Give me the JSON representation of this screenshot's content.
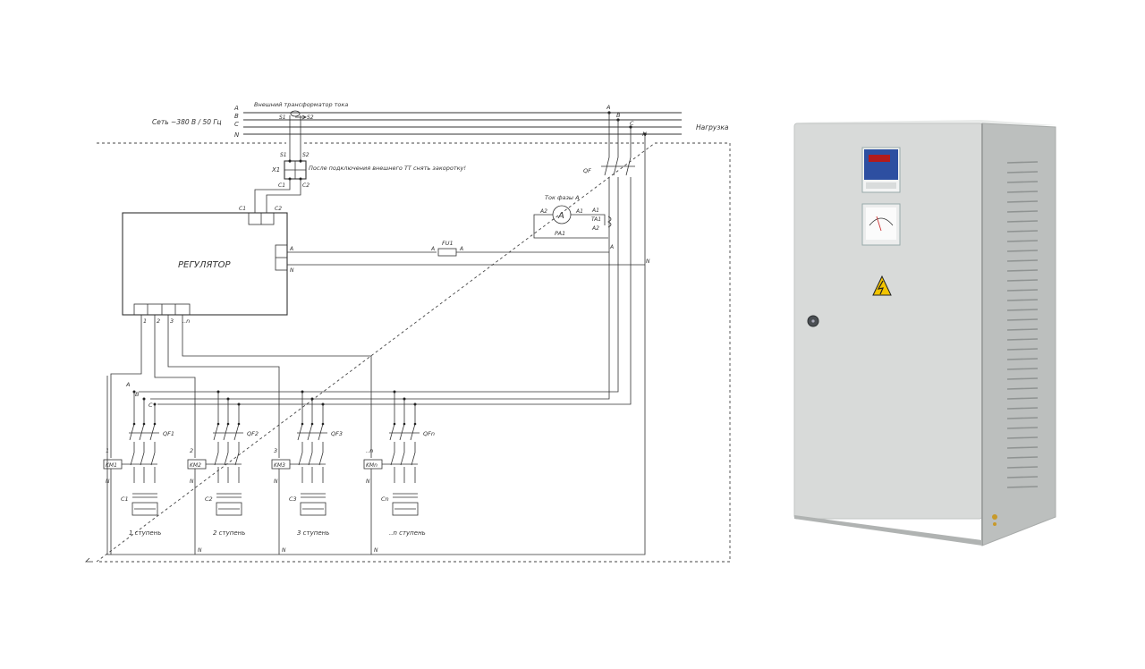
{
  "diagram": {
    "network_label": "Сеть ~380 В / 50 Гц",
    "load_label": "Нагрузка",
    "ct_label": "Внешний трансформатор тока",
    "ct_note": "После подключения внешнего ТТ снять закоротку!",
    "regulator_label": "РЕГУЛЯТОР",
    "ammeter_label": "Ток фазы А",
    "ammeter_symbol": "A",
    "fuse_label": "FU1",
    "breaker_main_label": "QF",
    "ammeter_id": "PA1",
    "terminal_block_label": "X1",
    "phases": [
      "A",
      "B",
      "C",
      "N"
    ],
    "terminals": {
      "s1": "S1",
      "s2": "S2",
      "c1": "C1",
      "c2": "C2",
      "a1": "A1",
      "a2": "A2",
      "ta1": "TA1",
      "a": "A",
      "n": "N"
    },
    "output_terminals": [
      "1",
      "2",
      "3",
      "..n"
    ],
    "stages": [
      {
        "breaker": "QF1",
        "contactor": "KM1",
        "capacitor": "C1",
        "caption": "1 ступень",
        "control": "1"
      },
      {
        "breaker": "QF2",
        "contactor": "KM2",
        "capacitor": "C2",
        "caption": "2 ступень",
        "control": "2"
      },
      {
        "breaker": "QF3",
        "contactor": "KM3",
        "capacitor": "C3",
        "caption": "3 ступень",
        "control": "3"
      },
      {
        "breaker": "QFn",
        "contactor": "KMn",
        "capacitor": "Cn",
        "caption": "..n ступень",
        "control": "..n"
      }
    ]
  },
  "product": {
    "name": "capacitor-bank-cabinet",
    "body_color": "#d6d8d7",
    "side_color": "#b7bab9",
    "warning_color": "#f2c400",
    "display_color": "#2d4fa1"
  }
}
